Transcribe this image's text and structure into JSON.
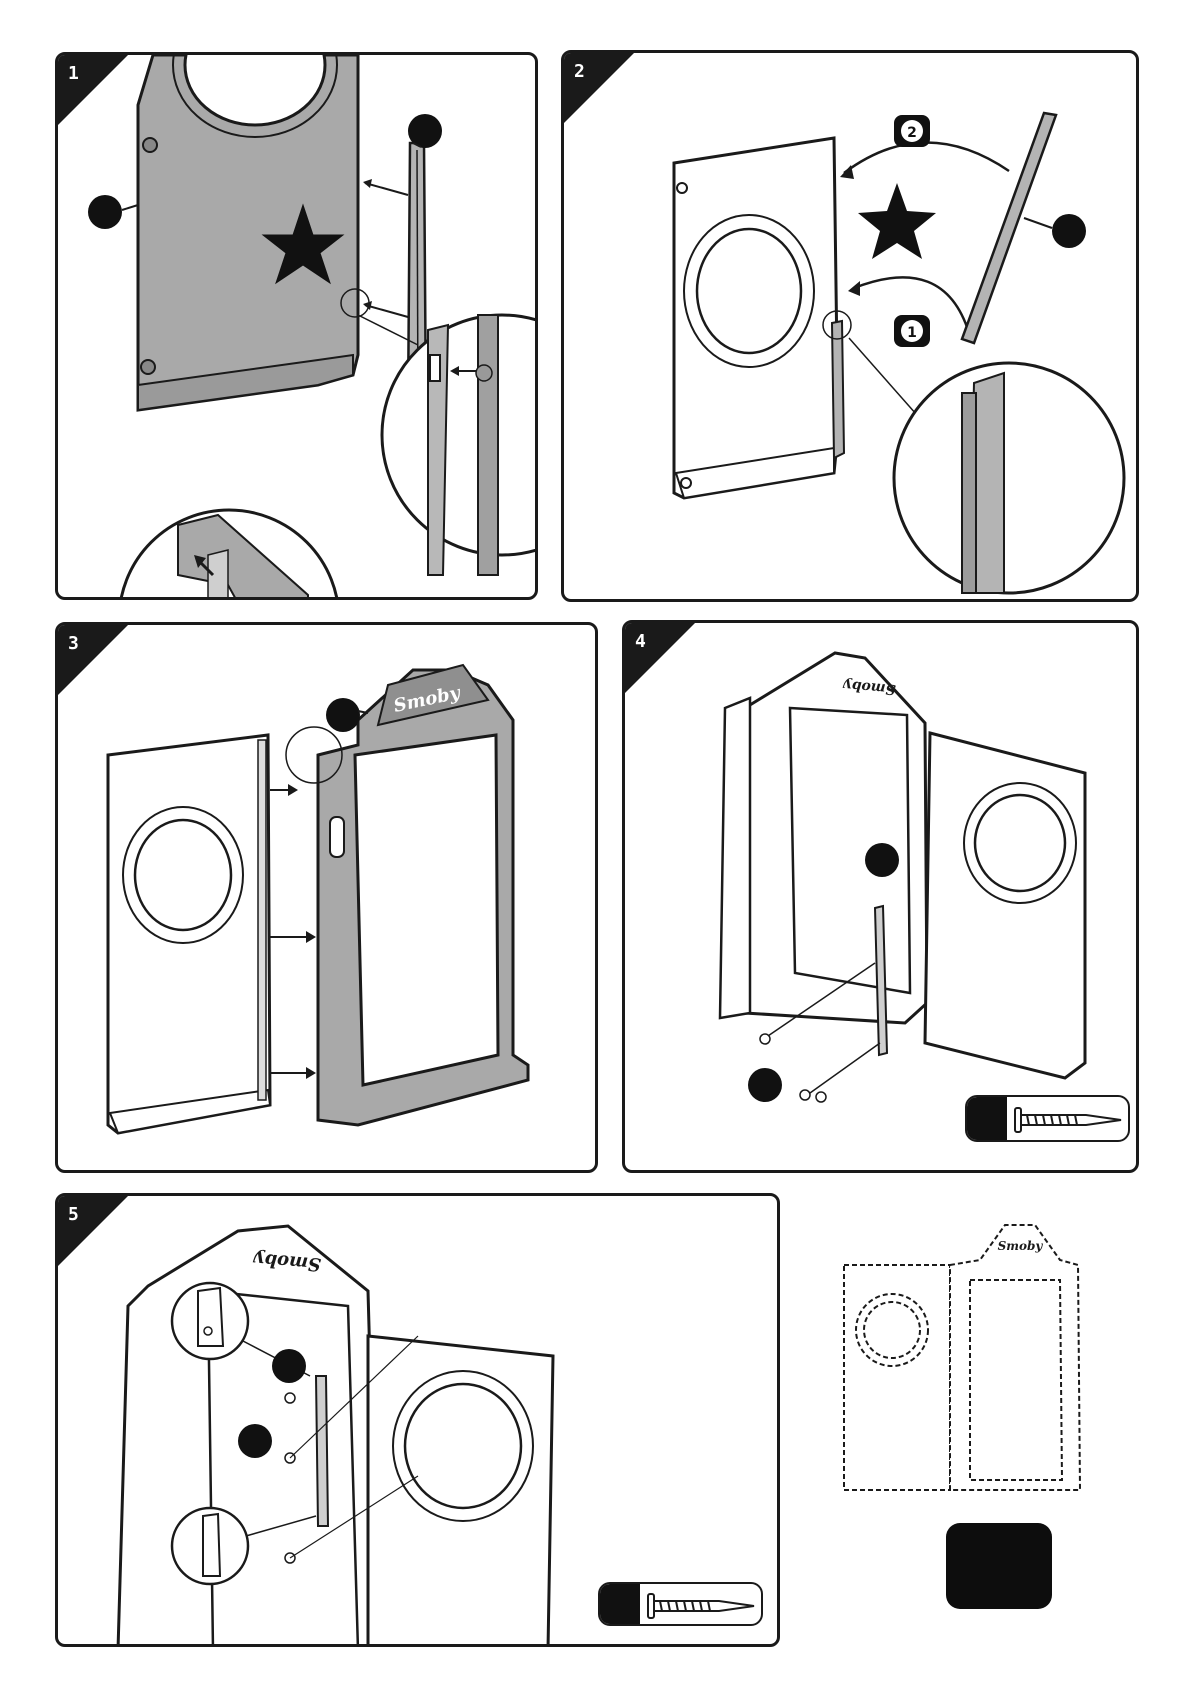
{
  "steps": [
    {
      "number": "1"
    },
    {
      "number": "2",
      "markers": [
        "2",
        "1"
      ]
    },
    {
      "number": "3",
      "logo": "Smoby"
    },
    {
      "number": "4",
      "logo": "Smoby"
    },
    {
      "number": "5",
      "logo": "Smoby"
    }
  ],
  "final_view": {
    "logo": "Smoby"
  },
  "colors": {
    "line": "#1a1a1a",
    "panel_gray": "#a9a9a9",
    "panel_light": "#cfcfcf",
    "badge": "#111111"
  },
  "icons": [
    "star-icon",
    "arrow-icon",
    "screw-icon",
    "callout-circle-icon",
    "magnify-circle-icon"
  ]
}
